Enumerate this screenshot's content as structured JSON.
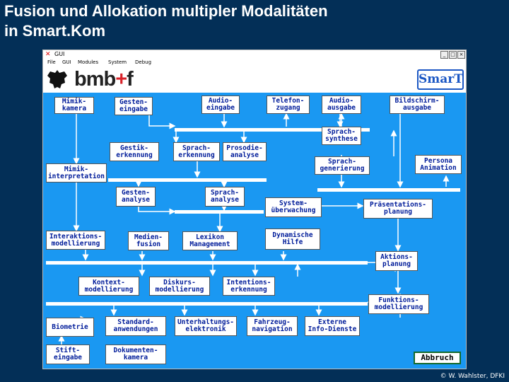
{
  "slide": {
    "title_line1": "Fusion und Allokation multipler Modalitäten",
    "title_line2": "in Smart.Kom",
    "credit": "© W. Wahlster, DFKI"
  },
  "window": {
    "app_title": "GUI",
    "menu": [
      "File",
      "GUI",
      "Modules",
      "System",
      "Debug"
    ],
    "controls": [
      "_",
      "□",
      "×"
    ]
  },
  "banner": {
    "brand_left": "bmb",
    "brand_plus": "+",
    "brand_right": "f",
    "logo_text": "SmarT"
  },
  "modules": {
    "mimik_kamera": "Mimik-\nkamera",
    "gesten_eingabe": "Gesten-\neingabe",
    "audio_eingabe": "Audio-\neingabe",
    "telefon_zugang": "Telefon-\nzugang",
    "audio_ausgabe": "Audio-\nausgabe",
    "bildschirm_ausgabe": "Bildschirm-\nausgabe",
    "sprach_synthese": "Sprach-\nsynthese",
    "gestik_erkennung": "Gestik-\nerkennung",
    "sprach_erkennung": "Sprach-\nerkennung",
    "prosodie_analyse": "Prosodie-\nanalyse",
    "sprach_generierung": "Sprach-\ngenerierung",
    "persona_animation": "Persona\nAnimation",
    "mimik_interpretation": "Mimik-\ninterpretation",
    "gesten_analyse": "Gesten-\nanalyse",
    "sprach_analyse": "Sprach-\nanalyse",
    "system_ueberwachung": "System-\nüberwachung",
    "praesentations_planung": "Präsentations-\nplanung",
    "interaktions_modellierung": "Interaktions-\nmodellierung",
    "medien_fusion": "Medien-\nfusion",
    "lexikon_management": "Lexikon\nManagement",
    "dynamische_hilfe": "Dynamische\nHilfe",
    "aktions_planung": "Aktions-\nplanung",
    "kontext_modellierung": "Kontext-\nmodellierung",
    "diskurs_modellierung": "Diskurs-\nmodellierung",
    "intentions_erkennung": "Intentions-\nerkennung",
    "funktions_modellierung": "Funktions-\nmodellierung",
    "biometrie": "Biometrie",
    "standard_anwendungen": "Standard-\nanwendungen",
    "unterhaltungs_elektronik": "Unterhaltungs-\nelektronik",
    "fahrzeug_navigation": "Fahrzeug-\nnavigation",
    "externe_info_dienste": "Externe\nInfo-Dienste",
    "stift_eingabe": "Stift-\neingabe",
    "dokumenten_kamera": "Dokumenten-\nkamera"
  },
  "abort_button": "Abbruch",
  "colors": {
    "slide_background": "#032f57",
    "window_background": "#1a98f2",
    "module_text": "#001c9a",
    "abort_border": "#146a2c"
  }
}
